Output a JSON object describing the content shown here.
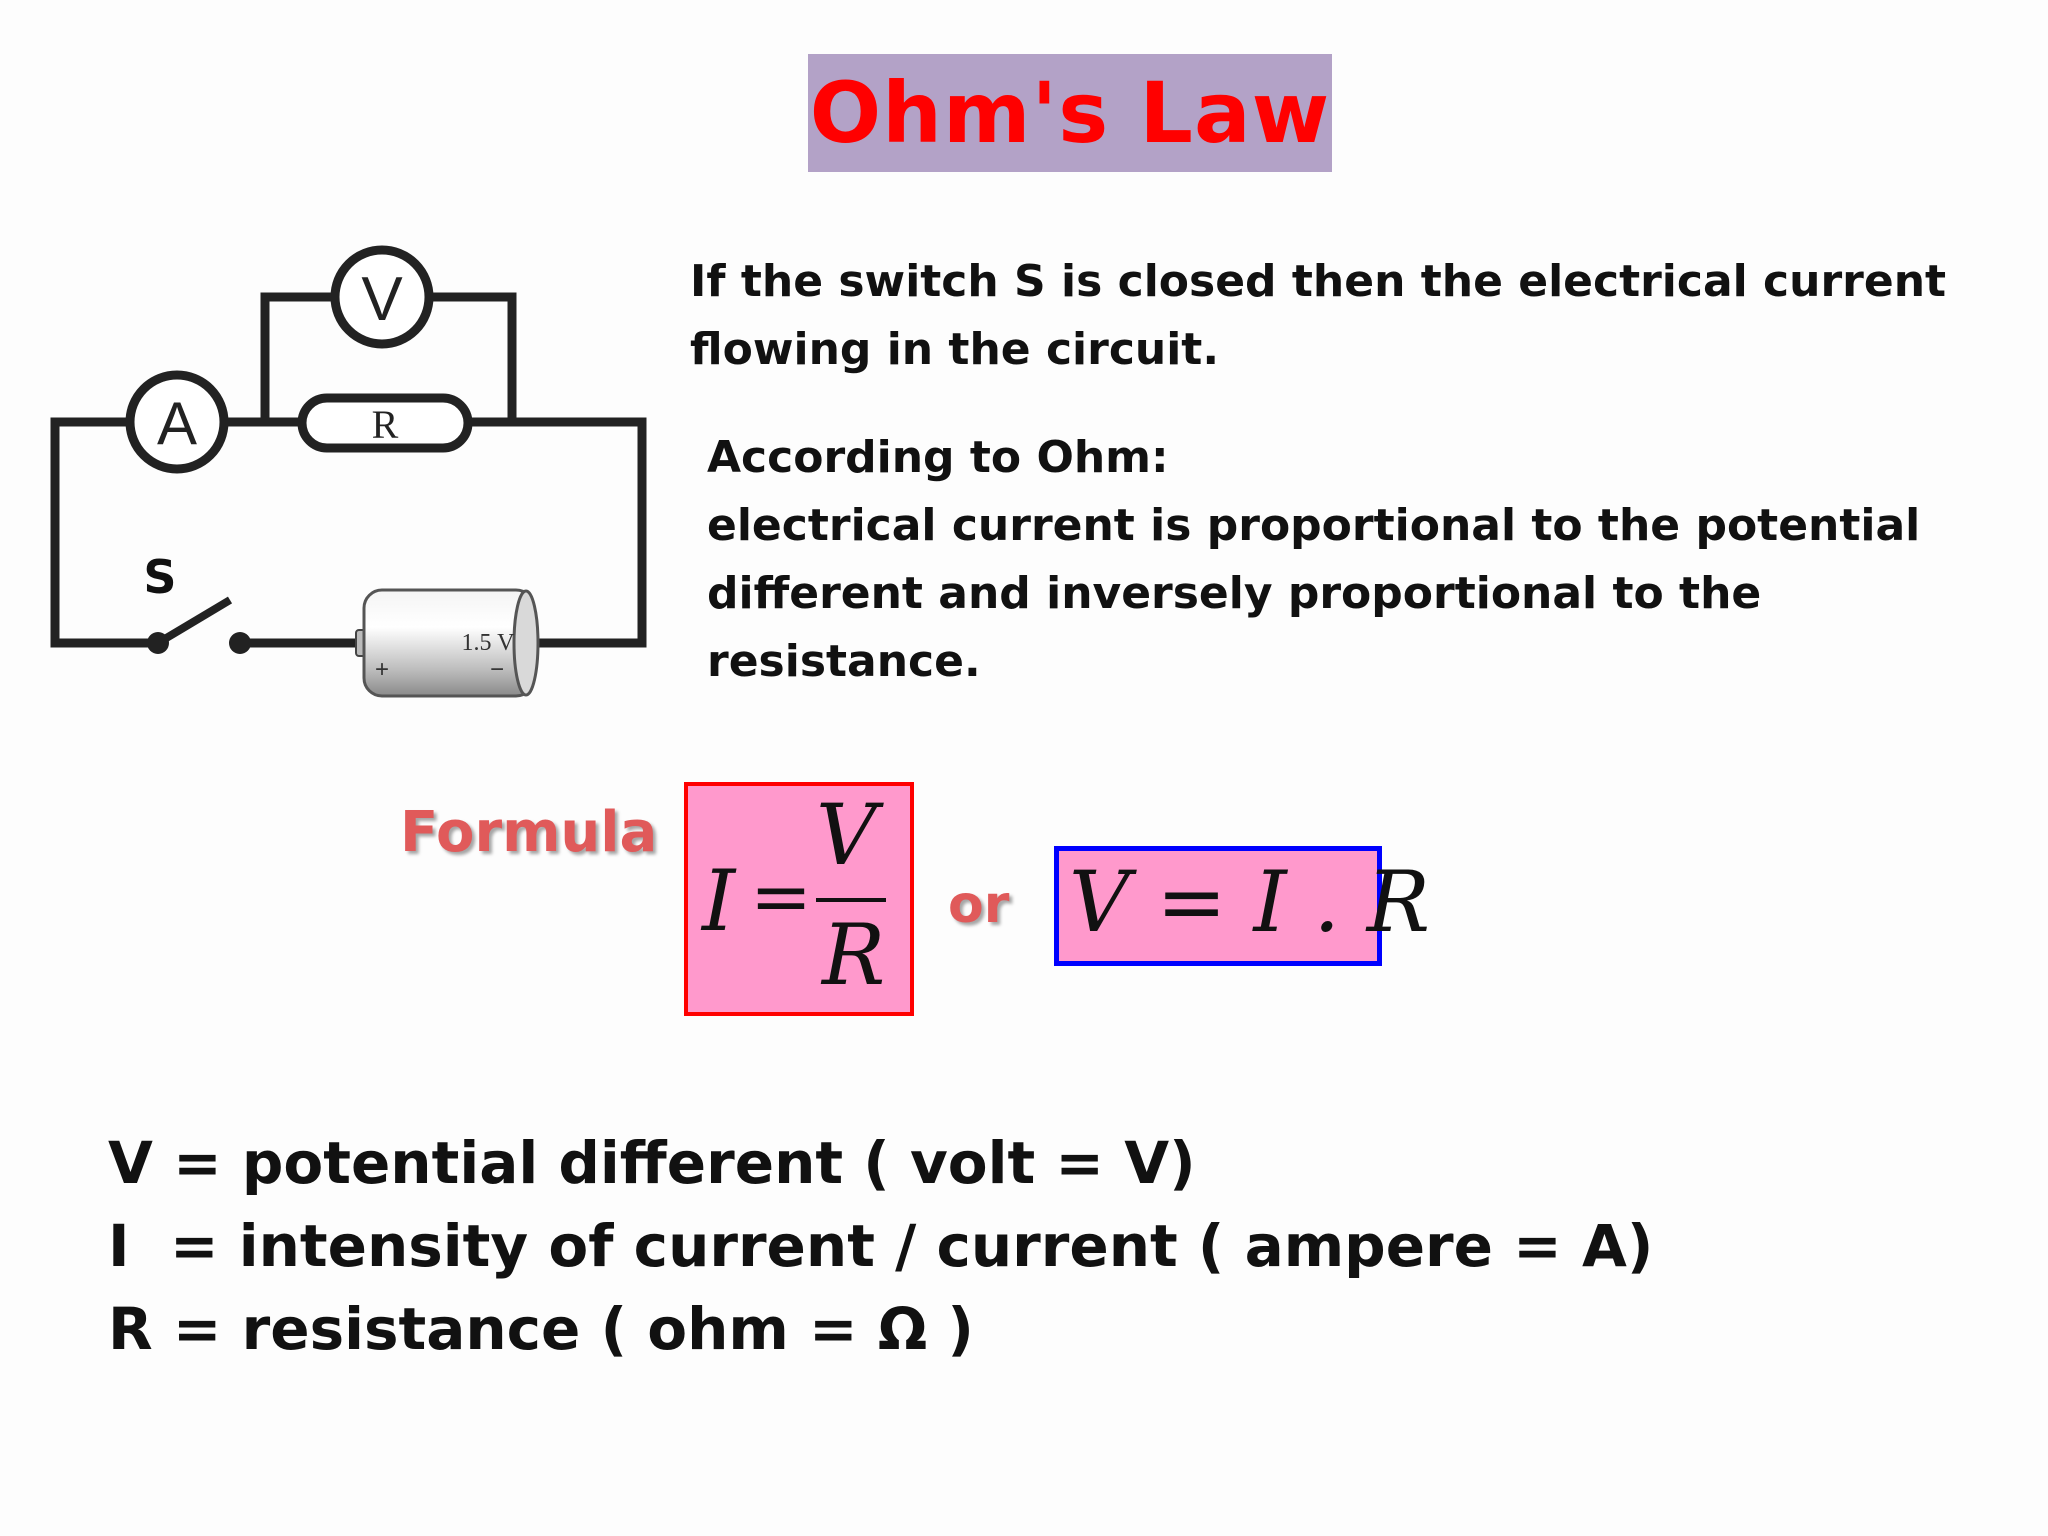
{
  "title": "Ohm's Law",
  "circuit": {
    "voltmeter_label": "V",
    "ammeter_label": "A",
    "resistor_label": "R",
    "switch_label": "S",
    "battery_label": "1.5 V",
    "battery_plus": "+",
    "battery_minus": "−"
  },
  "paragraph1": "If the switch S is closed then the electrical current flowing in the circuit.",
  "paragraph2": {
    "heading": "According to Ohm:",
    "body": "electrical current is proportional to the potential different and inversely proportional to the resistance."
  },
  "formula": {
    "label": "Formula",
    "or_label": "or",
    "f1_lhs": "I",
    "f1_eq": "=",
    "f1_num": "V",
    "f1_den": "R",
    "f2": "V = I . R"
  },
  "definitions": [
    "V = potential different ( volt = V)",
    "I  = intensity of current / current ( ampere = A)",
    "R = resistance ( ohm = Ω )"
  ],
  "colors": {
    "title_bg": "#b3a2c7",
    "title_text": "#ff0000",
    "formula_bg": "#ff99cc",
    "box1_border": "#ff0000",
    "box2_border": "#0000ff",
    "label_color": "#e05a5a"
  }
}
